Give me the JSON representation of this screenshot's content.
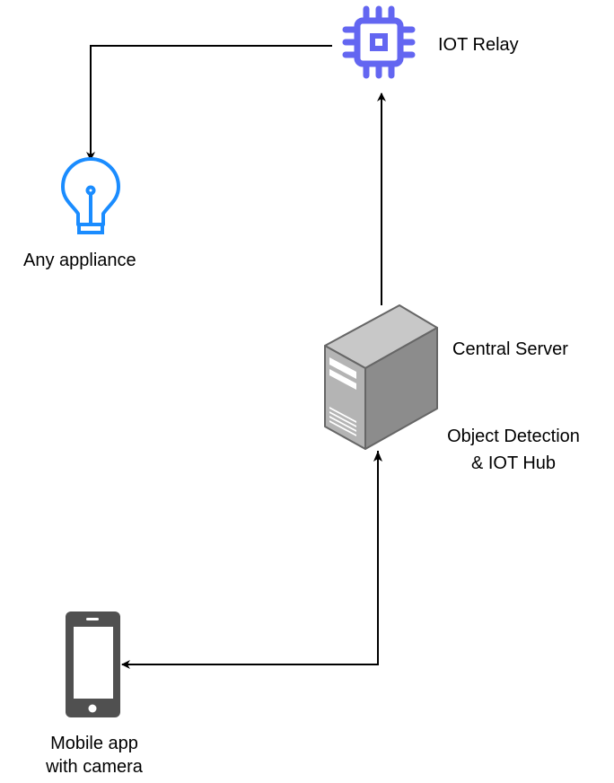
{
  "diagram": {
    "nodes": {
      "iot_relay": {
        "label": "IOT Relay",
        "icon": "chip-icon",
        "color": "#6366F1"
      },
      "appliance": {
        "label": "Any appliance",
        "icon": "lightbulb-icon",
        "color": "#1A8CFF"
      },
      "server": {
        "title": "Central Server",
        "subtitle_line1": "Object Detection",
        "subtitle_line2": "& IOT Hub",
        "icon": "server-tower-icon"
      },
      "mobile": {
        "label_line1": "Mobile app",
        "label_line2": "with camera",
        "icon": "smartphone-icon",
        "color": "#505050"
      }
    },
    "edges": [
      {
        "from": "iot_relay",
        "to": "appliance"
      },
      {
        "from": "server",
        "to": "iot_relay"
      },
      {
        "from": "server",
        "to": "mobile"
      }
    ]
  }
}
